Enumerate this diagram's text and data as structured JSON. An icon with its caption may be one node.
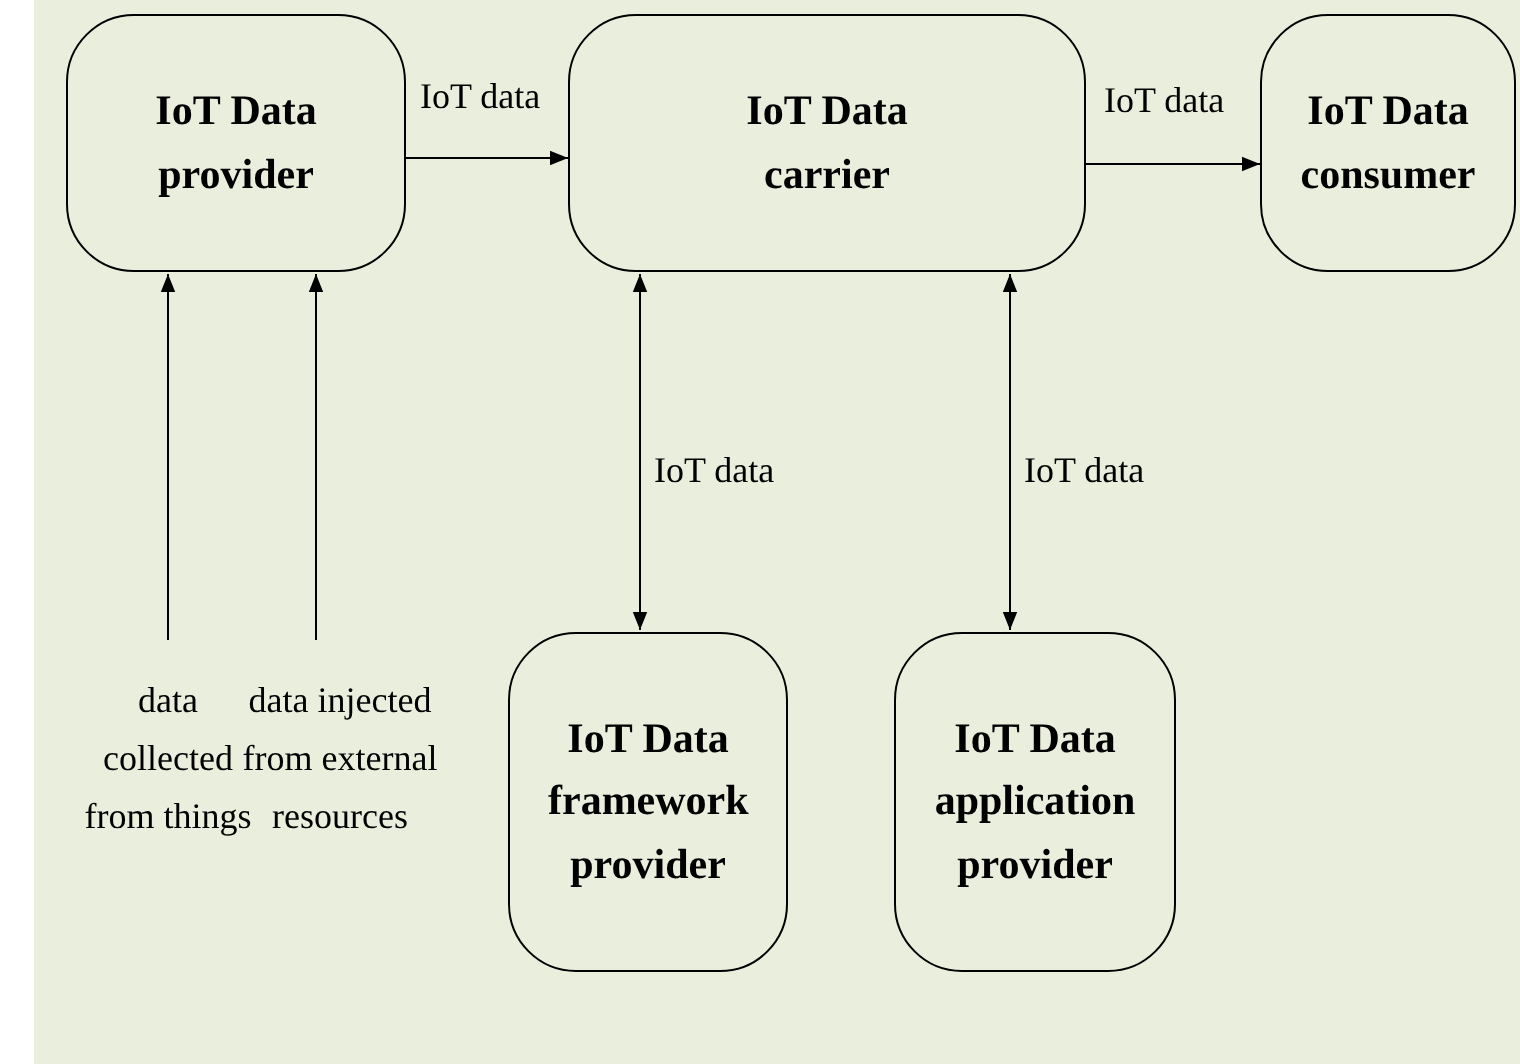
{
  "diagram": {
    "nodes": [
      {
        "text": [
          "IoT Data provider"
        ]
      },
      {
        "text": [
          "IoT Data carrier"
        ]
      },
      {
        "text": [
          "IoT Data consumer"
        ]
      },
      {
        "text": [
          "IoT Data framework provider"
        ]
      },
      {
        "text": [
          "IoT Data application provider"
        ]
      },
      {
        "text": [
          "data collected from things"
        ]
      },
      {
        "text": [
          "data injected from external resources"
        ]
      }
    ],
    "edges": [
      {
        "from": 0,
        "to": 1,
        "arrow": "to",
        "label": "IoT data"
      },
      {
        "from": 1,
        "to": 2,
        "arrow": "to",
        "label": "IoT data"
      },
      {
        "from": 1,
        "to": 3,
        "arrow": "both",
        "label": "IoT data"
      },
      {
        "from": 1,
        "to": 4,
        "arrow": "both",
        "label": "IoT data"
      },
      {
        "from": 5,
        "to": 0,
        "arrow": "to"
      },
      {
        "from": 6,
        "to": 0,
        "arrow": "to"
      }
    ]
  }
}
